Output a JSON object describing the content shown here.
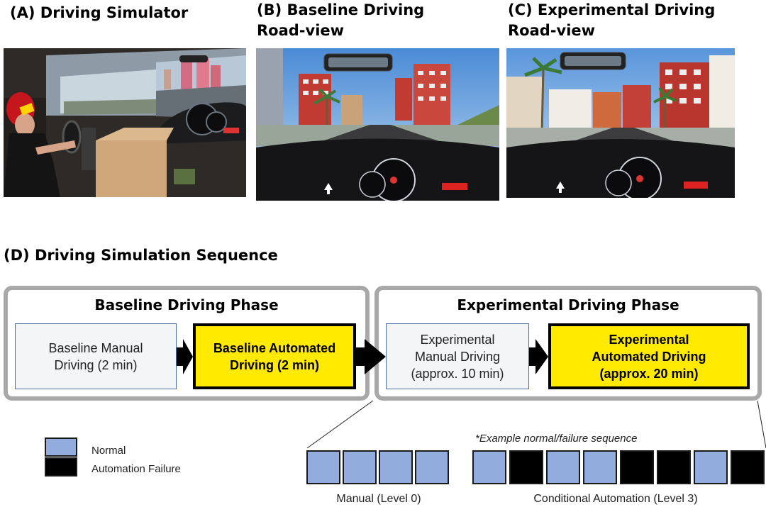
{
  "panels": {
    "a": {
      "title": "(A) Driving Simulator"
    },
    "b": {
      "title": "(B) Baseline Driving\nRoad-view"
    },
    "c": {
      "title": "(C) Experimental Driving\nRoad-view"
    },
    "d": {
      "title": "(D) Driving Simulation Sequence"
    }
  },
  "sequence": {
    "baseline_phase": {
      "title": "Baseline Driving Phase",
      "manual_label": "Baseline Manual\nDriving (2 min)",
      "auto_label": "Baseline Automated\nDriving (2 min)"
    },
    "experimental_phase": {
      "title": "Experimental Driving Phase",
      "manual_label": "Experimental\nManual Driving\n(approx. 10 min)",
      "auto_label": "Experimental\nAutomated Driving\n(approx. 20 min)"
    }
  },
  "legend": {
    "normal": "Normal",
    "failure": "Automation Failure"
  },
  "example": {
    "note": "*Example normal/failure sequence",
    "manual_caption": "Manual (Level 0)",
    "auto_caption": "Conditional Automation (Level 3)",
    "manual_blocks": [
      "normal",
      "normal",
      "normal",
      "normal"
    ],
    "auto_blocks": [
      "normal",
      "failure",
      "normal",
      "normal",
      "failure",
      "failure",
      "normal",
      "failure"
    ]
  },
  "colors": {
    "normal": "#92acde",
    "failure": "#000000",
    "automated_fill": "#ffea00",
    "phase_border": "#a8a8a8"
  }
}
